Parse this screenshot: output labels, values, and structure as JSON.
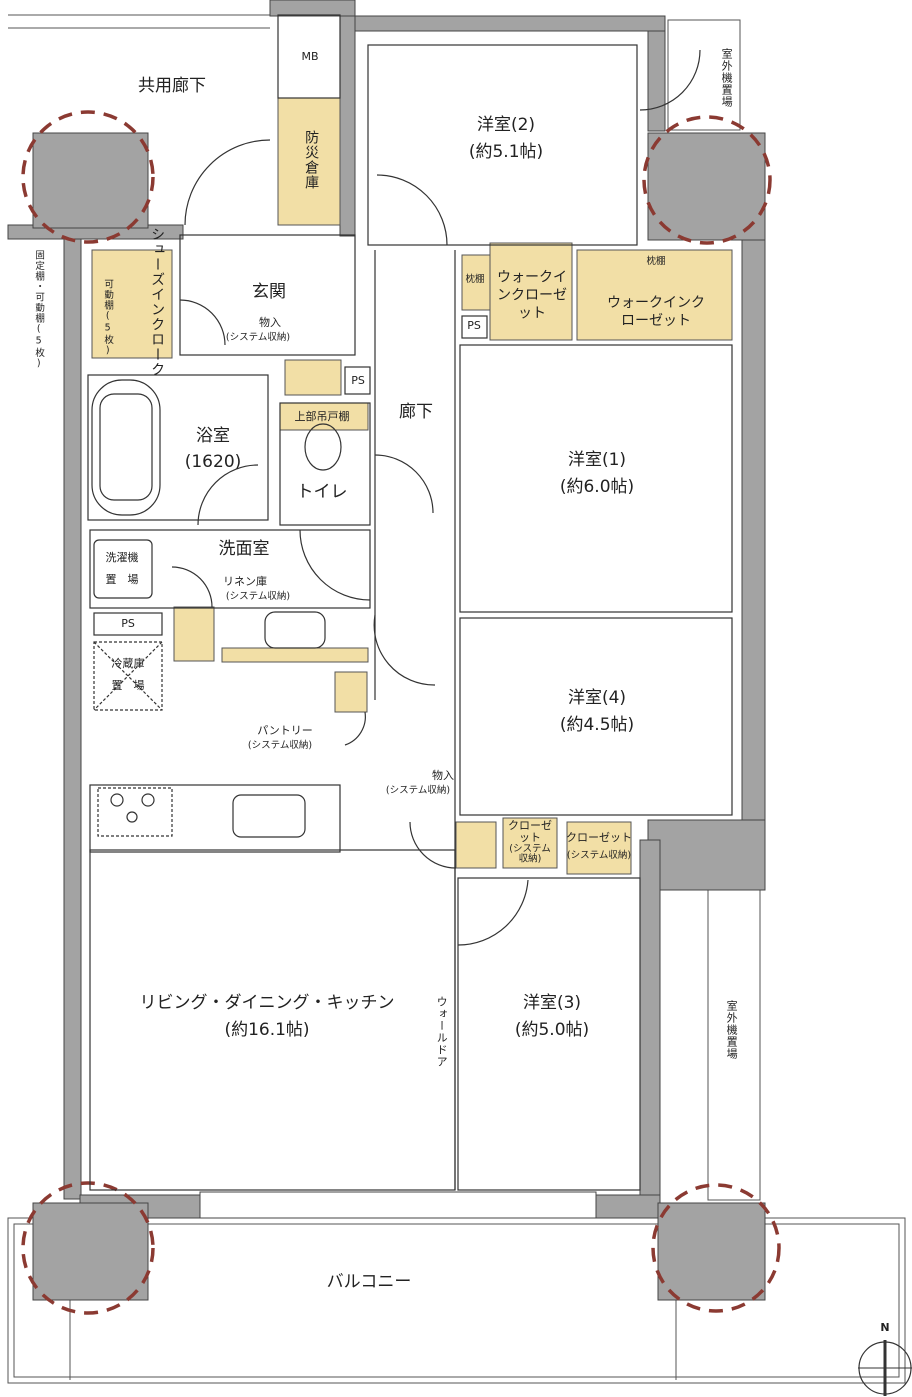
{
  "colors": {
    "wall": "#a3a3a3",
    "storage": "#f2dfa6",
    "column_marker": "#8b3a32",
    "line": "#333333"
  },
  "labels": {
    "common_corridor": "共用廊下",
    "mb": "MB",
    "disaster_storage": "防災倉庫",
    "room2_name": "洋室(2)",
    "room2_size": "(約5.1帖)",
    "outdoor_unit_top": "室外機置場",
    "fixed_shelf_note": "固定棚・可動棚(5枚)",
    "shoe_closet": "シューズインクローク",
    "movable_shelf": "可動棚(5枚)",
    "entrance": "玄関",
    "storage_entry": "物入",
    "system_storage": "(システム収納)",
    "ps": "PS",
    "pillow_shelf": "枕棚",
    "walkin_closet_small": "ウォークインクローゼット",
    "walkin_closet_large": "ウォークインクローゼット",
    "bath_name": "浴室",
    "bath_size": "(1620)",
    "upper_cabinet": "上部吊戸棚",
    "toilet": "トイレ",
    "hallway": "廊下",
    "room1_name": "洋室(1)",
    "room1_size": "(約6.0帖)",
    "washroom": "洗面室",
    "washer_space_1": "洗濯機",
    "washer_space_2": "置　場",
    "linen": "リネン庫",
    "fridge_1": "冷蔵庫",
    "fridge_2": "置　場",
    "pantry": "パントリー",
    "room4_name": "洋室(4)",
    "room4_size": "(約4.5帖)",
    "storage_entry2": "物入",
    "closet_a": "クローゼット",
    "closet_a_sys": "(システム収納)",
    "closet_b": "クローゼット",
    "closet_b_sys": "(システム収納)",
    "ldk_name": "リビング・ダイニング・キッチン",
    "ldk_size": "(約16.1帖)",
    "wall_door": "ウォールドア",
    "room3_name": "洋室(3)",
    "room3_size": "(約5.0帖)",
    "outdoor_unit_right": "室外機置場",
    "balcony": "バルコニー",
    "north": "N"
  }
}
